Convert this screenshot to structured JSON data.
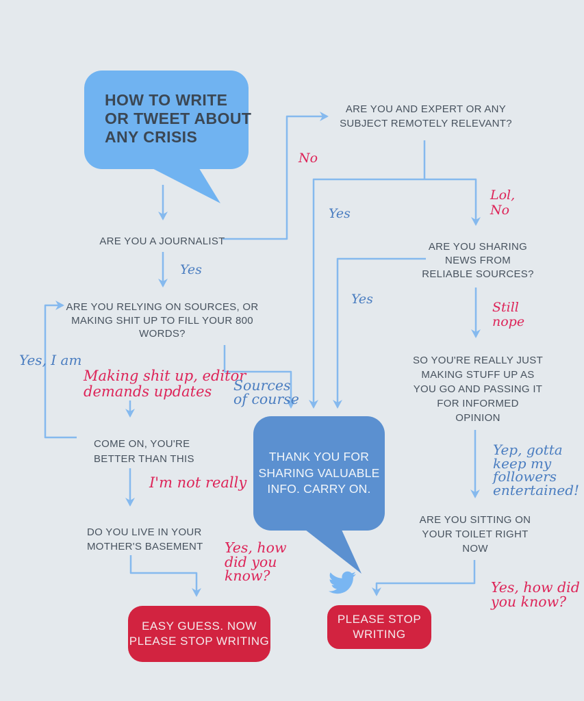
{
  "palette": {
    "background": "#e4e9ed",
    "light_bubble": "#70b3f1",
    "dark_bubble": "#5b90d0",
    "end_box_red": "#d22340",
    "connector_blue": "#85b9ee",
    "question_text": "#47525e",
    "label_blue": "#4a7dc0",
    "label_red": "#dd2458"
  },
  "title_bubble": {
    "text": "HOW TO WRITE\nOR TWEET ABOUT\nANY CRISIS"
  },
  "questions": {
    "journalist": "ARE YOU A JOURNALIST",
    "relying_sources": "ARE YOU RELYING ON SOURCES, OR\nMAKING SHIT UP TO FILL YOUR 800\nWORDS?",
    "expert": "ARE YOU AND EXPERT OR ANY\nSUBJECT REMOTELY RELEVANT?",
    "come_on": "COME ON, YOU'RE\nBETTER THAN THIS",
    "basement": "DO YOU LIVE IN YOUR\nMOTHER'S BASEMENT",
    "sharing_news": "ARE YOU SHARING\nNEWS FROM\nRELIABLE SOURCES?",
    "making_stuff": "SO YOU'RE REALLY JUST\nMAKING STUFF UP AS\nYOU GO AND PASSING IT\nFOR INFORMED\nOPINION",
    "toilet": "ARE YOU SITTING ON\nYOUR TOILET RIGHT\nNOW"
  },
  "answers": {
    "yes_journalist": "Yes",
    "no_journalist": "No",
    "yes_expert": "Yes",
    "yes_sharing": "Yes",
    "lol_no": "Lol,\nNo",
    "still_nope": "Still\nnope",
    "yes_i_am": "Yes, I am",
    "making_shit_up": "Making shit up, editor\ndemands updates",
    "sources_of_course": "Sources\nof course",
    "im_not_really": "I'm not really",
    "yes_how_did_you_know_left": "Yes, how\ndid you\nknow?",
    "yep_gotta": "Yep, gotta\nkeep my\nfollowers\nentertained!",
    "yes_how_did_you_know_right": "Yes, how did\nyou know?"
  },
  "outcomes": {
    "thank_you": "THANK YOU FOR\nSHARING VALUABLE\nINFO. CARRY ON.",
    "easy_guess": "EASY GUESS. NOW\nPLEASE STOP WRITING",
    "please_stop": "PLEASE STOP\nWRITING"
  },
  "icons": {
    "twitter": "twitter-bird-icon"
  }
}
